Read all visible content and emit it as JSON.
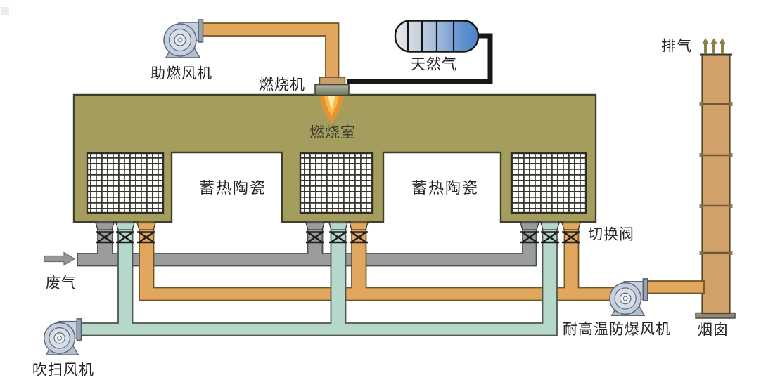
{
  "labels": {
    "combustion_fan": "助燃风机",
    "burner": "燃烧机",
    "natural_gas_tank": "天然气",
    "combustion_chamber": "燃烧室",
    "ceramic_bed_left": "蓄热陶瓷",
    "ceramic_bed_right": "蓄热陶瓷",
    "exhaust": "排气",
    "chimney": "烟囱",
    "switch_valve": "切换阀",
    "waste_gas": "废气",
    "purge_fan": "吹扫风机",
    "high_temp_explosion_proof_fan": "耐高温防爆风机"
  },
  "colors": {
    "chamber_body": "#a59d5e",
    "hot_pipe_orange": "#e1a75f",
    "purge_pipe_teal": "#b6d8ca",
    "waste_gas_duct_gray": "#9b9c9d",
    "gas_pipe_black": "#171717",
    "tank_blue": "#4d82c4",
    "fan_body": "#c5cfdd",
    "chimney_tan": "#d0a269",
    "flame_orange": "#e8912f",
    "exhaust_arrow_olive": "#8d7f48"
  },
  "structure": {
    "ceramic_beds_count": 3,
    "valves_per_bed": 3,
    "total_switch_valves": 9,
    "exhaust_arrow_count": 3,
    "chimney_segment_joints": 4
  }
}
